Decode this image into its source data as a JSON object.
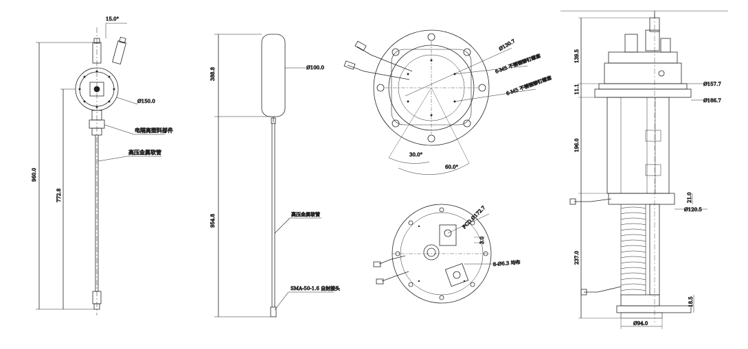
{
  "view1": {
    "angle": "15.0°",
    "diameter": "Ø150.0",
    "total_height": "960.0",
    "hose_length": "772.8",
    "callout_insulation": "电隔离塑料部件",
    "callout_hose": "高压金属软管"
  },
  "view2": {
    "tank_height": "388.8",
    "tank_diameter": "Ø100.0",
    "hose_length": "954.8",
    "callout_hose": "高压金属软管",
    "callout_connector": "SMA-50-1.6 自封接头"
  },
  "view3": {
    "diameter": "Ø130.7",
    "callout_nut_a": "6-M5 不锈钢铆钉螺套",
    "callout_nut_b": "6-M5 不锈钢铆钉螺套",
    "angle_small": "30.0°",
    "angle_large": "60.0°"
  },
  "view4": {
    "pcd": "PCD Ø172.7",
    "offset": "3.0",
    "holes": "8-Ø6.3 均布"
  },
  "view5": {
    "dim_top": "139.5",
    "dim_flange_thk": "11.1",
    "dim_body": "196.0",
    "dim_collar": "21.0",
    "dim_bellows": "237.0",
    "dim_base": "18.5",
    "dia_flange_top": "Ø157.7",
    "dia_flange": "Ø186.7",
    "dia_collar": "Ø120.5",
    "dia_base": "Ø94.0"
  },
  "colors": {
    "line": "#222222",
    "background": "#ffffff"
  }
}
